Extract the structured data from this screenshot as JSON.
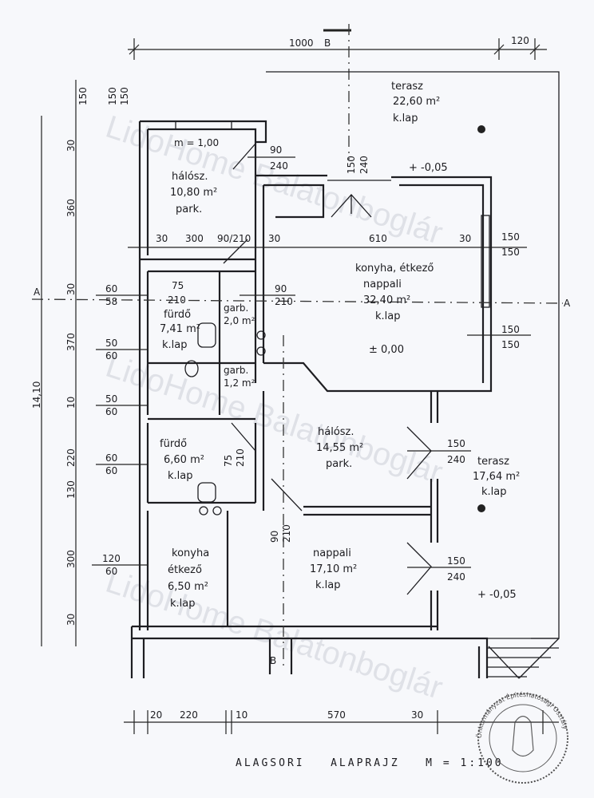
{
  "title": "ALAGSORI   ALAPRAJZ   M = 1:100",
  "watermark": "LidoHome Balatonboglár",
  "stamp": "Önkormányzat Építéshatósági Osztály",
  "section_markers": {
    "a_left": "A",
    "a_right": "A",
    "b_top": "B",
    "b_bottom": "B"
  },
  "rooms": [
    {
      "name": "terasz",
      "area": "22,60 m²",
      "floor": "k.lap"
    },
    {
      "name": "hálósz.",
      "area": "10,80 m²",
      "floor": "park."
    },
    {
      "name": "konyha, étkező",
      "name2": "nappali",
      "area": "32,40 m²",
      "floor": "k.lap"
    },
    {
      "name": "fürdő",
      "area": "7,41 m²",
      "floor": "k.lap"
    },
    {
      "name": "garb.",
      "area": "2,0 m²"
    },
    {
      "name": "garb.",
      "area": "1,2 m²"
    },
    {
      "name": "hálósz.",
      "area": "14,55 m²",
      "floor": "park."
    },
    {
      "name": "terasz",
      "area": "17,64 m²",
      "floor": "k.lap"
    },
    {
      "name": "fürdő",
      "area": "6,60 m²",
      "floor": "k.lap"
    },
    {
      "name": "konyha",
      "name2": "étkező",
      "area": "6,50 m²",
      "floor": "k.lap"
    },
    {
      "name": "nappali",
      "area": "17,10 m²",
      "floor": "k.lap"
    }
  ],
  "levels": {
    "terrace_top": "+ -0,05",
    "floor": "± 0,00",
    "terrace_bottom": "+ -0,05"
  },
  "dims_top": [
    "1000",
    "120"
  ],
  "dims_row": [
    "30",
    "300",
    "90/210",
    "30",
    "610",
    "30"
  ],
  "dims_bottom": [
    "20",
    "220",
    "10",
    "570",
    "30"
  ],
  "dims_left": [
    "150",
    "30",
    "360",
    "30",
    "370",
    "10",
    "220",
    "130",
    "300",
    "30"
  ],
  "dim_total_left": "14,10",
  "openings": {
    "w_top_left": [
      "150",
      "150"
    ],
    "m_label": "m = 1,00",
    "d_hall": [
      "90",
      "240"
    ],
    "d_terrace": [
      "150",
      "240"
    ],
    "w_right1": [
      "150",
      "150"
    ],
    "w_right2": [
      "150",
      "150"
    ],
    "w_left1": [
      "60",
      "58"
    ],
    "d_bath1": [
      "75",
      "210"
    ],
    "d_garb": [
      "90",
      "210"
    ],
    "w_left2": [
      "50",
      "60"
    ],
    "w_left3": [
      "50",
      "60"
    ],
    "w_left4": [
      "60",
      "60"
    ],
    "w_left5": [
      "120",
      "60"
    ],
    "d_bath2": [
      "75",
      "210"
    ],
    "d_bed": [
      "150",
      "240"
    ],
    "d_living": [
      "90",
      "210"
    ],
    "d_living_out": [
      "150",
      "240"
    ]
  }
}
